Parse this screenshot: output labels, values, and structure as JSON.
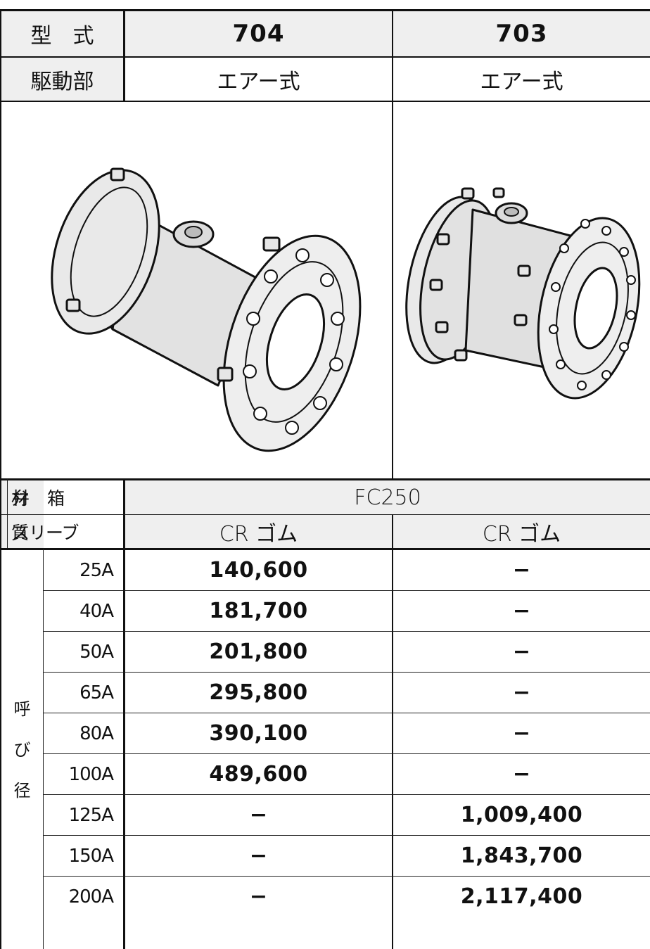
{
  "header": {
    "type_label": "型　式",
    "drive_label": "駆動部",
    "col704": {
      "model": "704",
      "drive": "エアー式"
    },
    "col703": {
      "model": "703",
      "drive": "エアー式"
    }
  },
  "material": {
    "group_label_1": "材",
    "group_label_2": "質",
    "body_label": "弁　箱",
    "sleeve_label": "スリーブ",
    "body_value": "FC250",
    "sleeve_704": "CR ゴム",
    "sleeve_703": "CR ゴム"
  },
  "nominal": {
    "label_1": "呼",
    "label_2": "び",
    "label_3": "径"
  },
  "rows": [
    {
      "size": "25A",
      "p704": "140,600",
      "p703": "−"
    },
    {
      "size": "40A",
      "p704": "181,700",
      "p703": "−"
    },
    {
      "size": "50A",
      "p704": "201,800",
      "p703": "−"
    },
    {
      "size": "65A",
      "p704": "295,800",
      "p703": "−"
    },
    {
      "size": "80A",
      "p704": "390,100",
      "p703": "−"
    },
    {
      "size": "100A",
      "p704": "489,600",
      "p703": "−"
    },
    {
      "size": "125A",
      "p704": "−",
      "p703": "1,009,400"
    },
    {
      "size": "150A",
      "p704": "−",
      "p703": "1,843,700"
    },
    {
      "size": "200A",
      "p704": "−",
      "p703": "2,117,400"
    }
  ]
}
